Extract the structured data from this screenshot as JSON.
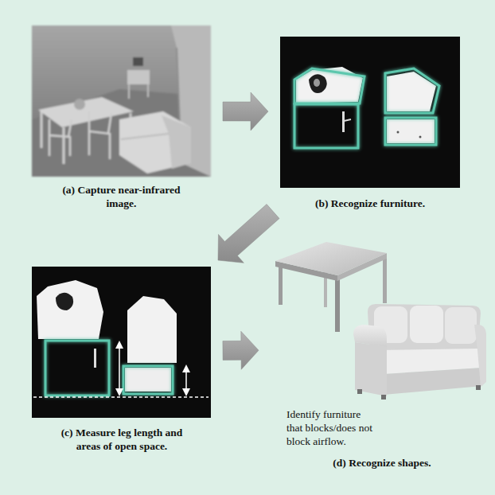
{
  "diagram": {
    "nodes": [
      {
        "text": [
          "(a) Capture near-infrared image."
        ]
      },
      {
        "text": [
          "(b) Recognize furniture."
        ]
      },
      {
        "text": [
          "(c) Measure leg length and areas of open space."
        ]
      },
      {
        "text": [
          "Identify furniture that blocks/does not block airflow.",
          "(d) Recognize shapes."
        ]
      }
    ],
    "edges": [
      {
        "from": 0,
        "to": 1,
        "arrow": "to"
      },
      {
        "from": 1,
        "to": 2,
        "arrow": "to"
      },
      {
        "from": 2,
        "to": 3,
        "arrow": "to"
      }
    ]
  }
}
